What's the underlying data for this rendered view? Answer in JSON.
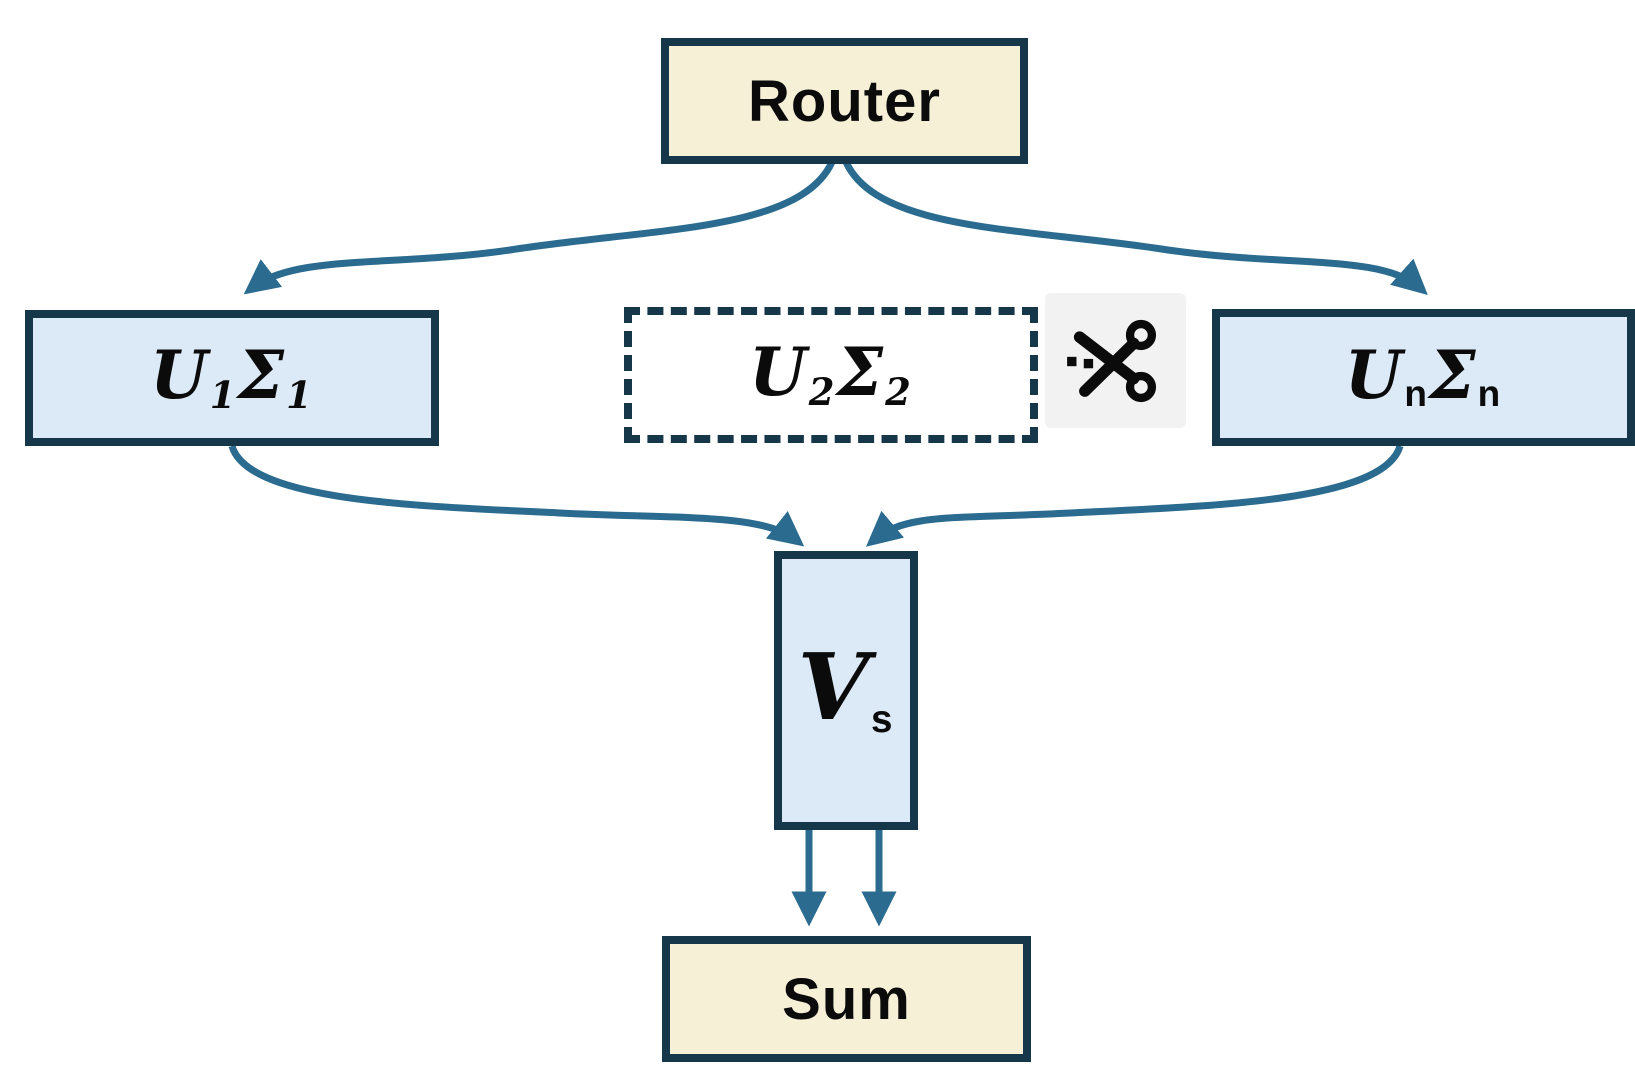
{
  "diagram": {
    "description": "Mixture-of-experts style SVD routing diagram: a Router dispatches to expert factors U1S1 ... UnSn (expert U2S2 is pruned/cut), whose outputs feed a shared Vs matrix and are then summed."
  },
  "nodes": {
    "router": {
      "label": "Router"
    },
    "expert1": {
      "u": "U",
      "u_sub": "1",
      "sigma": "Σ",
      "sigma_sub": "1"
    },
    "expert2": {
      "u": "U",
      "u_sub": "2",
      "sigma": "Σ",
      "sigma_sub": "2"
    },
    "expert_n": {
      "u": "U",
      "u_sub": "n",
      "sigma": "Σ",
      "sigma_sub": "n"
    },
    "v_shared": {
      "label": "V",
      "sub": "s"
    },
    "sum": {
      "label": "Sum"
    }
  },
  "icons": {
    "scissors": "scissors-icon"
  },
  "colors": {
    "box_border": "#16364a",
    "expert_fill": "#dce9f7",
    "io_fill": "#f6f0d7",
    "dashed_fill": "#ffffff",
    "arrow": "#2a6b8f",
    "scissors_bg": "#f2f2f2",
    "text": "#0b0b0b"
  }
}
